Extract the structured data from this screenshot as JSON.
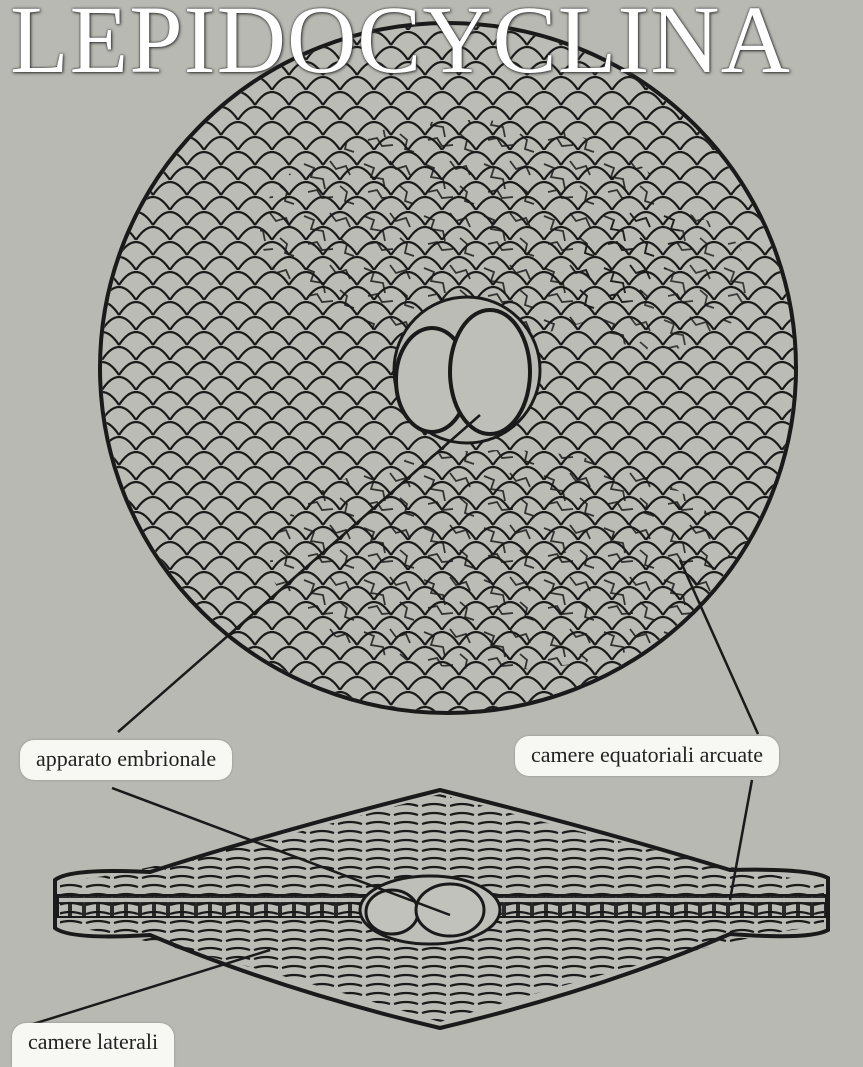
{
  "title": "LEPIDOCYCLINA",
  "labels": {
    "embryonic": "apparato embrionale",
    "equatorial": "camere equatoriali arcuate",
    "lateral": "camere laterali"
  },
  "colors": {
    "background": "#b9b9b3",
    "ink": "#1a1a1a",
    "label_bg": "#f7f7f3",
    "title": "#ffffff"
  }
}
